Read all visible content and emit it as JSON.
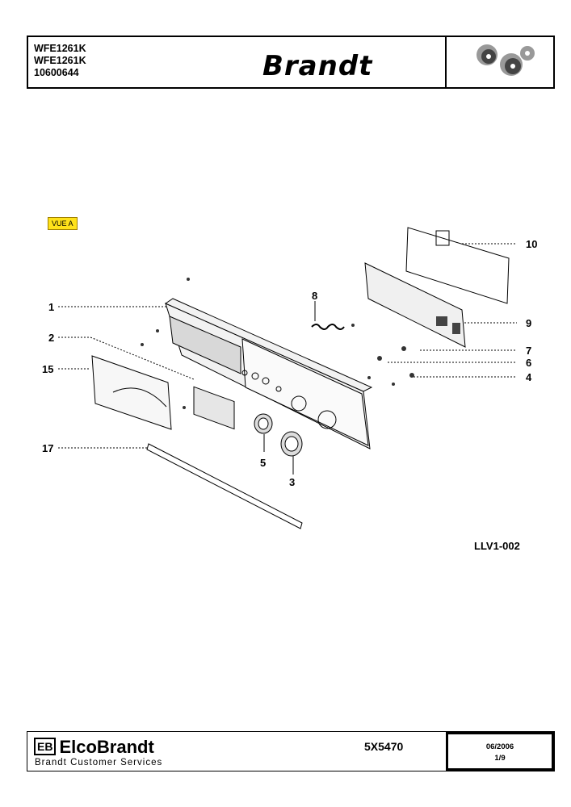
{
  "header": {
    "model_lines": [
      "WFE1261K",
      "WFE1261K",
      "10600644"
    ],
    "brand": "Brandt"
  },
  "view_label": "VUE A",
  "callouts": [
    {
      "num": "10"
    },
    {
      "num": "1"
    },
    {
      "num": "8"
    },
    {
      "num": "9"
    },
    {
      "num": "2"
    },
    {
      "num": "7"
    },
    {
      "num": "6"
    },
    {
      "num": "15"
    },
    {
      "num": "4"
    },
    {
      "num": "17"
    },
    {
      "num": "5"
    },
    {
      "num": "3"
    }
  ],
  "drawing_code": "LLV1-002",
  "footer": {
    "company": "ElcoBrandt",
    "company_mark": "EB",
    "service": "Brandt Customer Services",
    "reference": "5X5470",
    "date": "06/2006",
    "page": "1/9"
  }
}
